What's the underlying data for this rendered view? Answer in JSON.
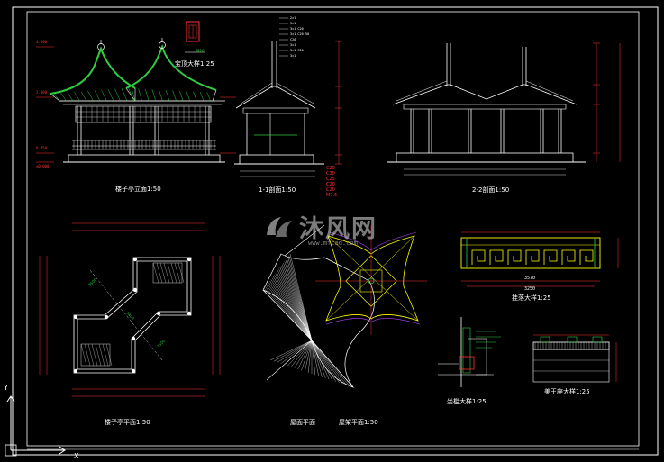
{
  "drawing": {
    "captions": {
      "front_elevation": "楼子亭立面1:50",
      "section_1_1": "1-1剖面1:50",
      "section_2_2": "2-2剖面1:50",
      "roof_detail": "宝顶大样1:25",
      "plan": "楼子亭平面1:50",
      "roof_plan": "屋面平面",
      "beam_plan": "屋架平面1:50",
      "railing_detail": "挂落大样1:25",
      "seat_detail": "坐槛大样1:25",
      "bench_detail": "美王座大样1:25"
    },
    "dimensions": {
      "railing_total": "3570",
      "railing_span": "3250"
    },
    "colors": {
      "background": "#000000",
      "linework": "#ffffff",
      "dimension": "#ff3030",
      "roof_tiles": "#2ecc40",
      "accent": "#ffff00",
      "purple": "#b040ff"
    }
  },
  "watermark": {
    "brand": "沐风网",
    "url": "www.mfcad.com",
    "logo_icon": "mufeng-logo-icon"
  },
  "ucs": {
    "x_label": "X",
    "y_label": "Y"
  }
}
